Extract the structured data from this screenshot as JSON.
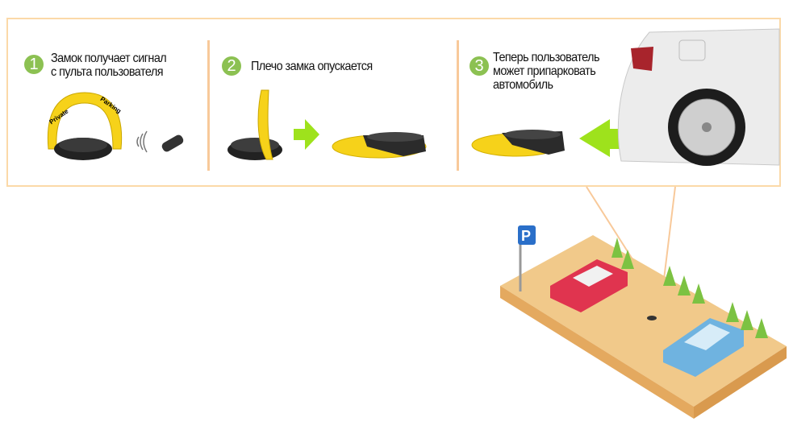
{
  "steps": [
    {
      "number": "1",
      "lines": [
        "Замок получает сигнал",
        "с пульта пользователя"
      ]
    },
    {
      "number": "2",
      "lines": [
        "Плечо замка опускается"
      ]
    },
    {
      "number": "3",
      "lines": [
        "Теперь пользователь",
        "может припарковать",
        "автомобиль"
      ]
    }
  ],
  "lock_label": {
    "left": "Private",
    "right": "Parking"
  },
  "parking_sign": "P",
  "colors": {
    "accent_green": "#8cc152",
    "arrow_green": "#9ee21c",
    "lock_yellow": "#f6d21a",
    "panel_border": "#fbd9a8",
    "ground": "#f1c98a"
  }
}
